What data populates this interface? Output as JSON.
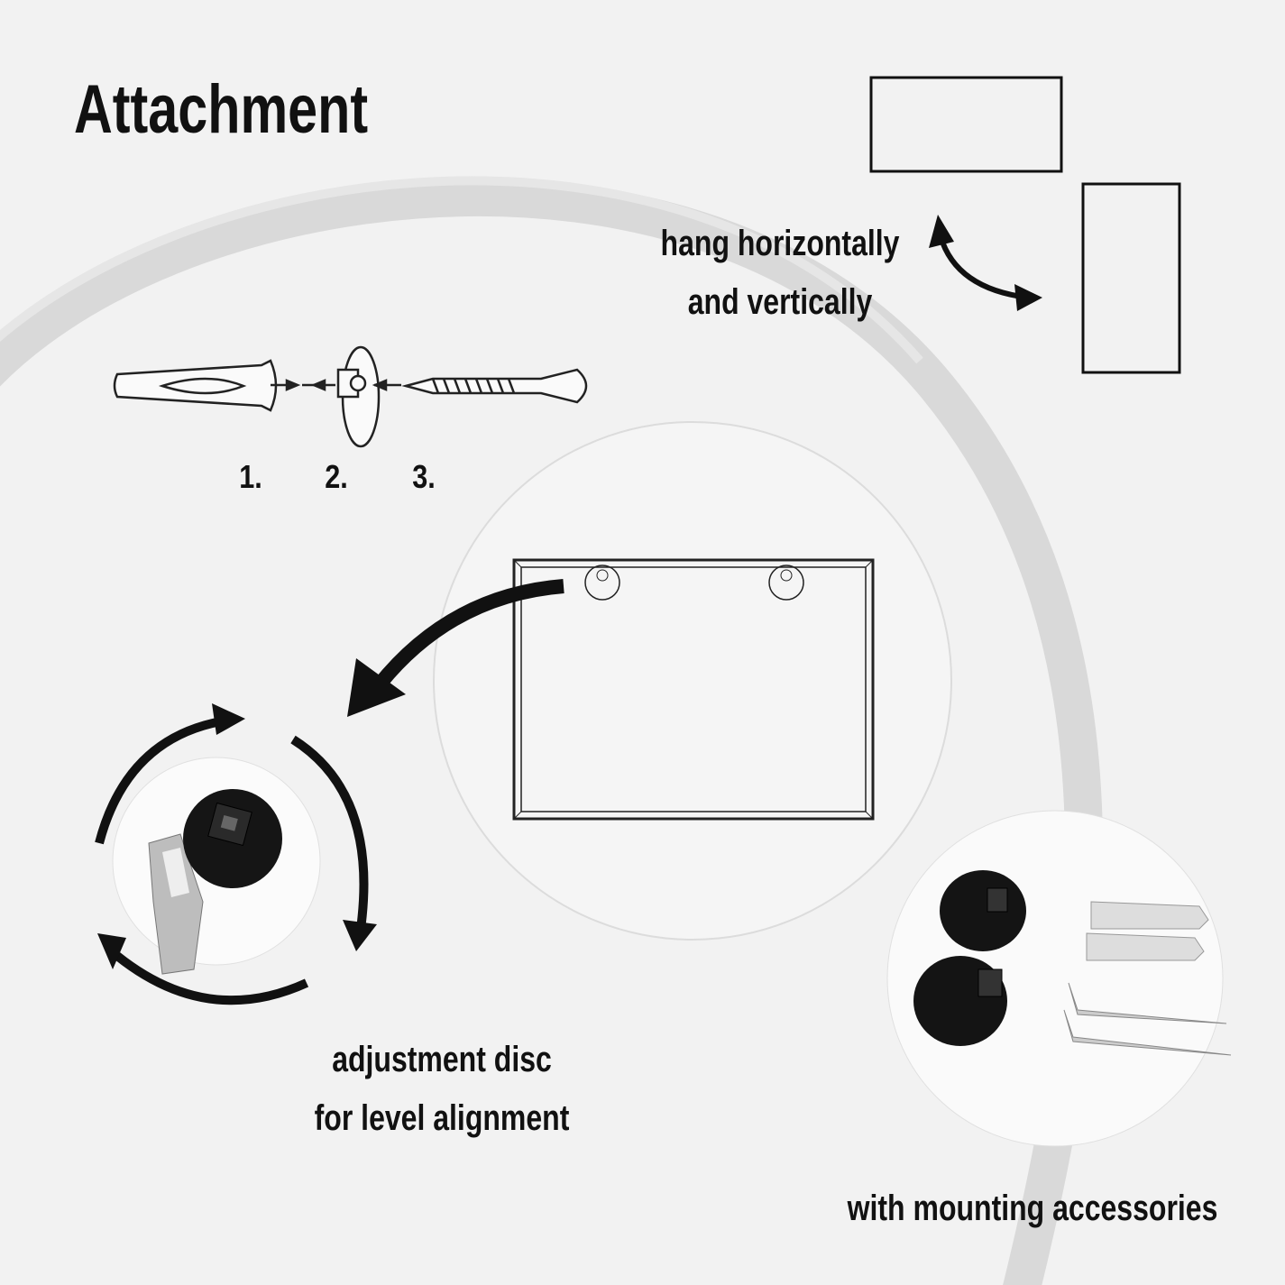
{
  "title": "Attachment",
  "orientation": {
    "line1": "hang horizontally",
    "line2": "and vertically"
  },
  "steps": [
    "1.",
    "2.",
    "3."
  ],
  "adjustment": {
    "line1": "adjustment disc",
    "line2": "for level alignment"
  },
  "accessories": {
    "caption": "with mounting accessories"
  },
  "colors": {
    "background": "#f2f2f2",
    "brush_stroke": "#d9d9d9",
    "ink": "#111111"
  }
}
